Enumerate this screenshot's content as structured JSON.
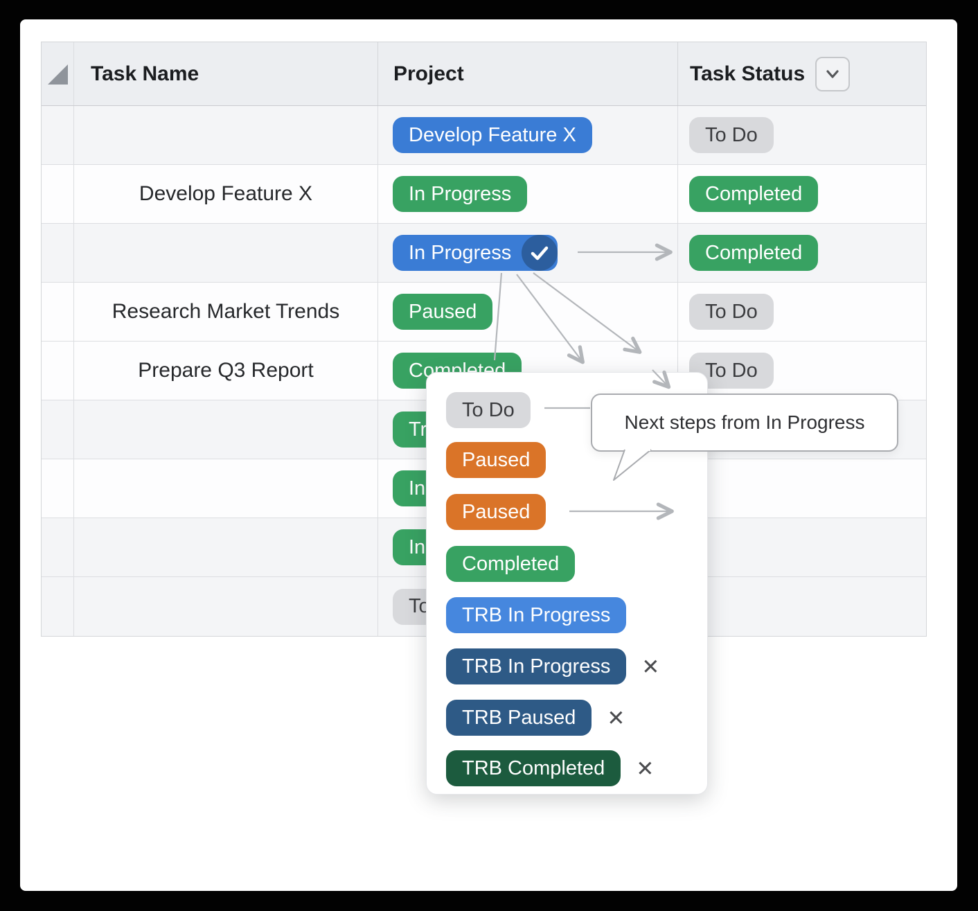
{
  "palette": {
    "pill_blue": "#3a7cd5",
    "pill_blue_dark_check": "#2c5e9e",
    "pill_green": "#38a262",
    "pill_orange": "#da7428",
    "pill_light_blue": "#4687de",
    "pill_navy": "#2e5a86",
    "pill_dark_green": "#1c5b3e",
    "pill_gray": "#d8d9dc",
    "arrow_gray": "#b3b6ba",
    "header_bg": "#eceef1"
  },
  "grid": {
    "columns": [
      {
        "label": "Task Name"
      },
      {
        "label": "Project"
      },
      {
        "label": "Task Status",
        "has_filter_button": true
      }
    ],
    "rows": [
      {
        "task": "",
        "project": {
          "label": "Develop Feature X",
          "color": "blue"
        },
        "status": {
          "label": "To Do",
          "color": "gray"
        }
      },
      {
        "task": "Develop Feature X",
        "project": {
          "label": "In Progress",
          "color": "green"
        },
        "status": {
          "label": "Completed",
          "color": "green"
        }
      },
      {
        "task": "",
        "project": {
          "label": "In Progress",
          "color": "blue",
          "selected_check": true
        },
        "status": {
          "label": "Completed",
          "color": "green"
        }
      },
      {
        "task": "Research Market Trends",
        "project": {
          "label": "Paused",
          "color": "green"
        },
        "status": {
          "label": "To Do",
          "color": "gray"
        }
      },
      {
        "task": "Prepare Q3 Report",
        "project": {
          "label": "Completed",
          "color": "green"
        },
        "status": {
          "label": "To Do",
          "color": "gray"
        }
      },
      {
        "task": "",
        "project": {
          "label": "Tr",
          "color": "green",
          "clipped_by_popup": true
        },
        "status": null
      },
      {
        "task": "",
        "project": {
          "label": "In",
          "color": "green",
          "clipped_by_popup": true
        },
        "status": null
      },
      {
        "task": "",
        "project": {
          "label": "In",
          "color": "green",
          "clipped_by_popup": true
        },
        "status": null
      },
      {
        "task": "",
        "project": {
          "label": "To",
          "color": "gray",
          "clipped_by_popup": true
        },
        "status": null
      }
    ]
  },
  "popup": {
    "items": [
      {
        "label": "To Do",
        "color": "gray"
      },
      {
        "label": "Paused",
        "color": "orange"
      },
      {
        "label": "Paused",
        "color": "orange",
        "arrow_right": true
      },
      {
        "label": "Completed",
        "color": "green"
      },
      {
        "label": "TRB In Progress",
        "color": "light-blue"
      },
      {
        "label": "TRB In Progress",
        "color": "navy",
        "removable": true
      },
      {
        "label": "TRB Paused",
        "color": "navy",
        "removable": true
      },
      {
        "label": "TRB Completed",
        "color": "dark-green",
        "removable": true
      }
    ],
    "remove_icon": "x-icon"
  },
  "tooltip": {
    "text": "Next steps from In Progress"
  }
}
